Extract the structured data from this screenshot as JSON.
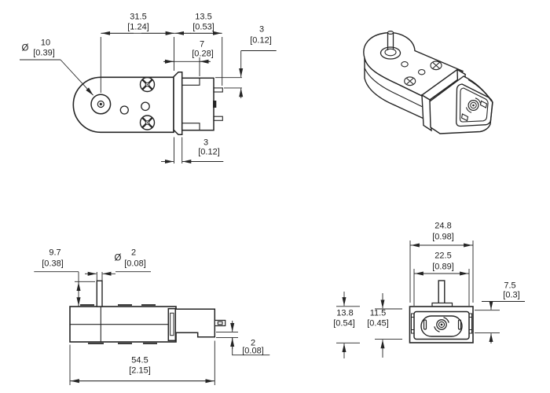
{
  "drawing": {
    "description": "Gearmotor dimension drawing, four views",
    "units_primary": "mm",
    "units_secondary": "inches",
    "diameter_symbol": "Ø",
    "line_color": "#242424"
  },
  "views": {
    "top": {
      "dims": {
        "d_body_length": {
          "mm": "31.5",
          "in": "[1.24]"
        },
        "d_motor_length": {
          "mm": "13.5",
          "in": "[0.53]"
        },
        "d_flange_to_step": {
          "mm": "7",
          "in": "[0.28]"
        },
        "d_cap_to_terminal": {
          "mm": "3",
          "in": "[0.12]"
        },
        "d_shaft_boss": {
          "sym": "Ø",
          "mm": "10",
          "in": "[0.39]"
        },
        "d_flange_width": {
          "mm": "3",
          "in": "[0.12]"
        }
      }
    },
    "side": {
      "dims": {
        "d_shaft_length": {
          "mm": "9.7",
          "in": "[0.38]"
        },
        "d_shaft_dia": {
          "sym": "Ø",
          "mm": "2",
          "in": "[0.08]"
        },
        "d_total_length": {
          "mm": "54.5",
          "in": "[2.15]"
        },
        "d_terminal_step": {
          "mm": "2",
          "in": "[0.08]"
        }
      }
    },
    "front": {
      "dims": {
        "d_width": {
          "mm": "24.8",
          "in": "[0.98]"
        },
        "d_can_width": {
          "mm": "22.5",
          "in": "[0.89]"
        },
        "d_shaft_offset": {
          "mm": "7.5",
          "in": "[0.3]"
        },
        "d_height": {
          "mm": "13.8",
          "in": "[0.54]"
        },
        "d_can_height": {
          "mm": "11.5",
          "in": "[0.45]"
        }
      }
    }
  }
}
